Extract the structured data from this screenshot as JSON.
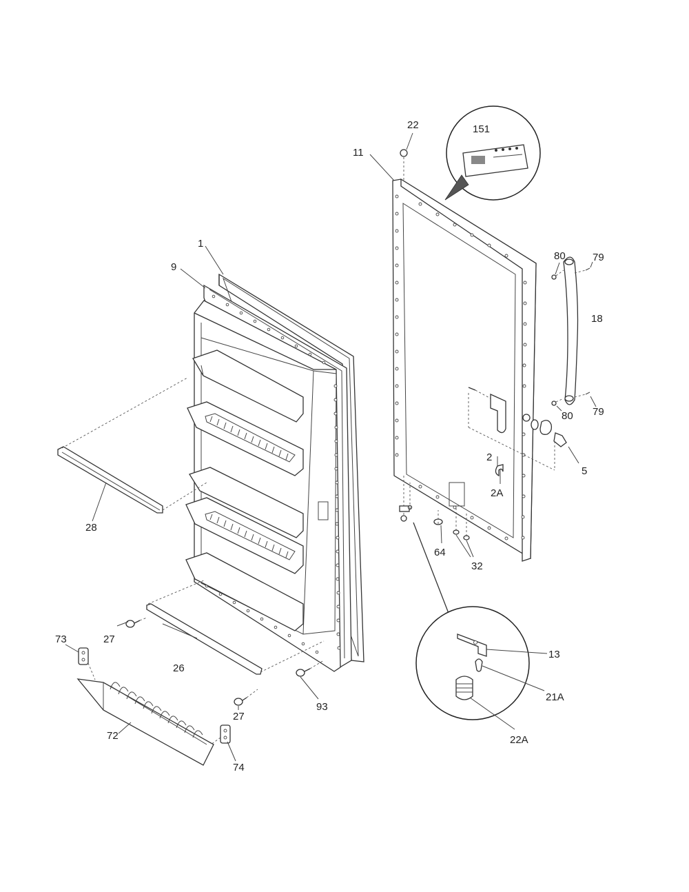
{
  "labels": {
    "p1": "1",
    "p9": "9",
    "p28": "28",
    "p27a": "27",
    "p27b": "27",
    "p26": "26",
    "p73": "73",
    "p72": "72",
    "p74": "74",
    "p93": "93",
    "p22": "22",
    "p151": "151",
    "p11": "11",
    "p80a": "80",
    "p79a": "79",
    "p18": "18",
    "p80b": "80",
    "p79b": "79",
    "p2": "2",
    "p5": "5",
    "p2A": "2A",
    "p64": "64",
    "p32": "32",
    "p13": "13",
    "p21A": "21A",
    "p22A": "22A"
  }
}
